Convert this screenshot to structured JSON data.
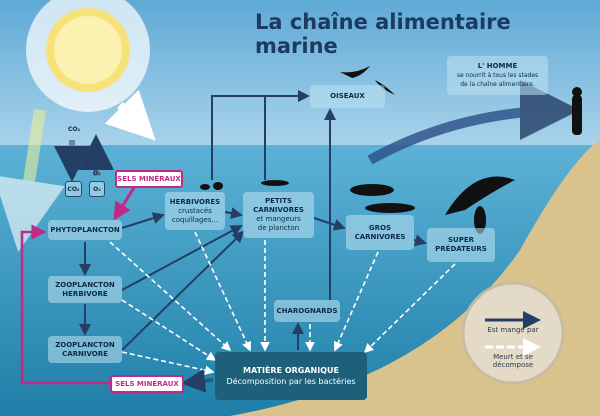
{
  "title": "La chaîne alimentaire marine",
  "gases": {
    "co2_air": "CO₂",
    "o2_air": "O₂",
    "co2_box": "CO₂",
    "o2_box": "O₂"
  },
  "nodes": {
    "sels_top": "SELS MINÉRAUX",
    "phyto": "PHYTOPLANCTON",
    "herb": {
      "title": "HERBIVORES",
      "sub1": "crustacés",
      "sub2": "coquillages..."
    },
    "petits": {
      "title1": "PETITS",
      "title2": "CARNIVORES",
      "sub1": "et mangeurs",
      "sub2": "de plancton"
    },
    "oiseaux": "OISEAUX",
    "homme": {
      "title": "L' HOMME",
      "sub1": "se nourrit à tous les stades",
      "sub2": "de la chaîne alimentaire."
    },
    "gros": {
      "t1": "GROS",
      "t2": "CARNIVORES"
    },
    "super": {
      "t1": "SUPER",
      "t2": "PRÉDATEURS"
    },
    "zoo_h": {
      "t1": "ZOOPLANCTON",
      "t2": "HERBIVORE"
    },
    "zoo_c": {
      "t1": "ZOOPLANCTON",
      "t2": "CARNIVORE"
    },
    "charo": "CHAROGNARDS",
    "matiere": {
      "title": "MATIÈRE ORGANIQUE",
      "sub": "Décomposition par les bactéries"
    },
    "sels_bottom": "SELS MINÉRAUX"
  },
  "legend": {
    "eaten": "Est mangé par",
    "decomp1": "Meurt et se",
    "decomp2": "décompose"
  },
  "colors": {
    "arrow": "#253e66",
    "pink": "#c02a86",
    "water": "#2f8fb8",
    "sand": "#d9c28c"
  }
}
